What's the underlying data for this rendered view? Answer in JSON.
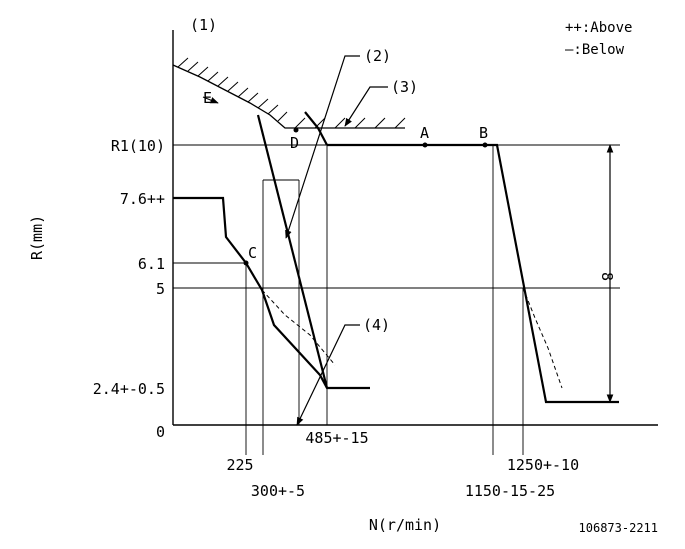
{
  "corner_label": "(1)",
  "legend": {
    "above": "++:Above",
    "below": "—:Below"
  },
  "y_axis": {
    "title": "R(mm)",
    "ticks": [
      "R1(10)",
      "7.6++",
      "6.1",
      "5",
      "2.4+-0.5",
      "0"
    ]
  },
  "x_axis": {
    "title": "N(r/min)",
    "ticks": [
      "225",
      "300+-5",
      "485+-15",
      "1150-15-25",
      "1250+-10"
    ]
  },
  "callouts": [
    "(2)",
    "(3)",
    "(4)"
  ],
  "points": [
    "A",
    "B",
    "C",
    "D",
    "E"
  ],
  "dimension_label": "8",
  "drawing_number": "106873-2211"
}
